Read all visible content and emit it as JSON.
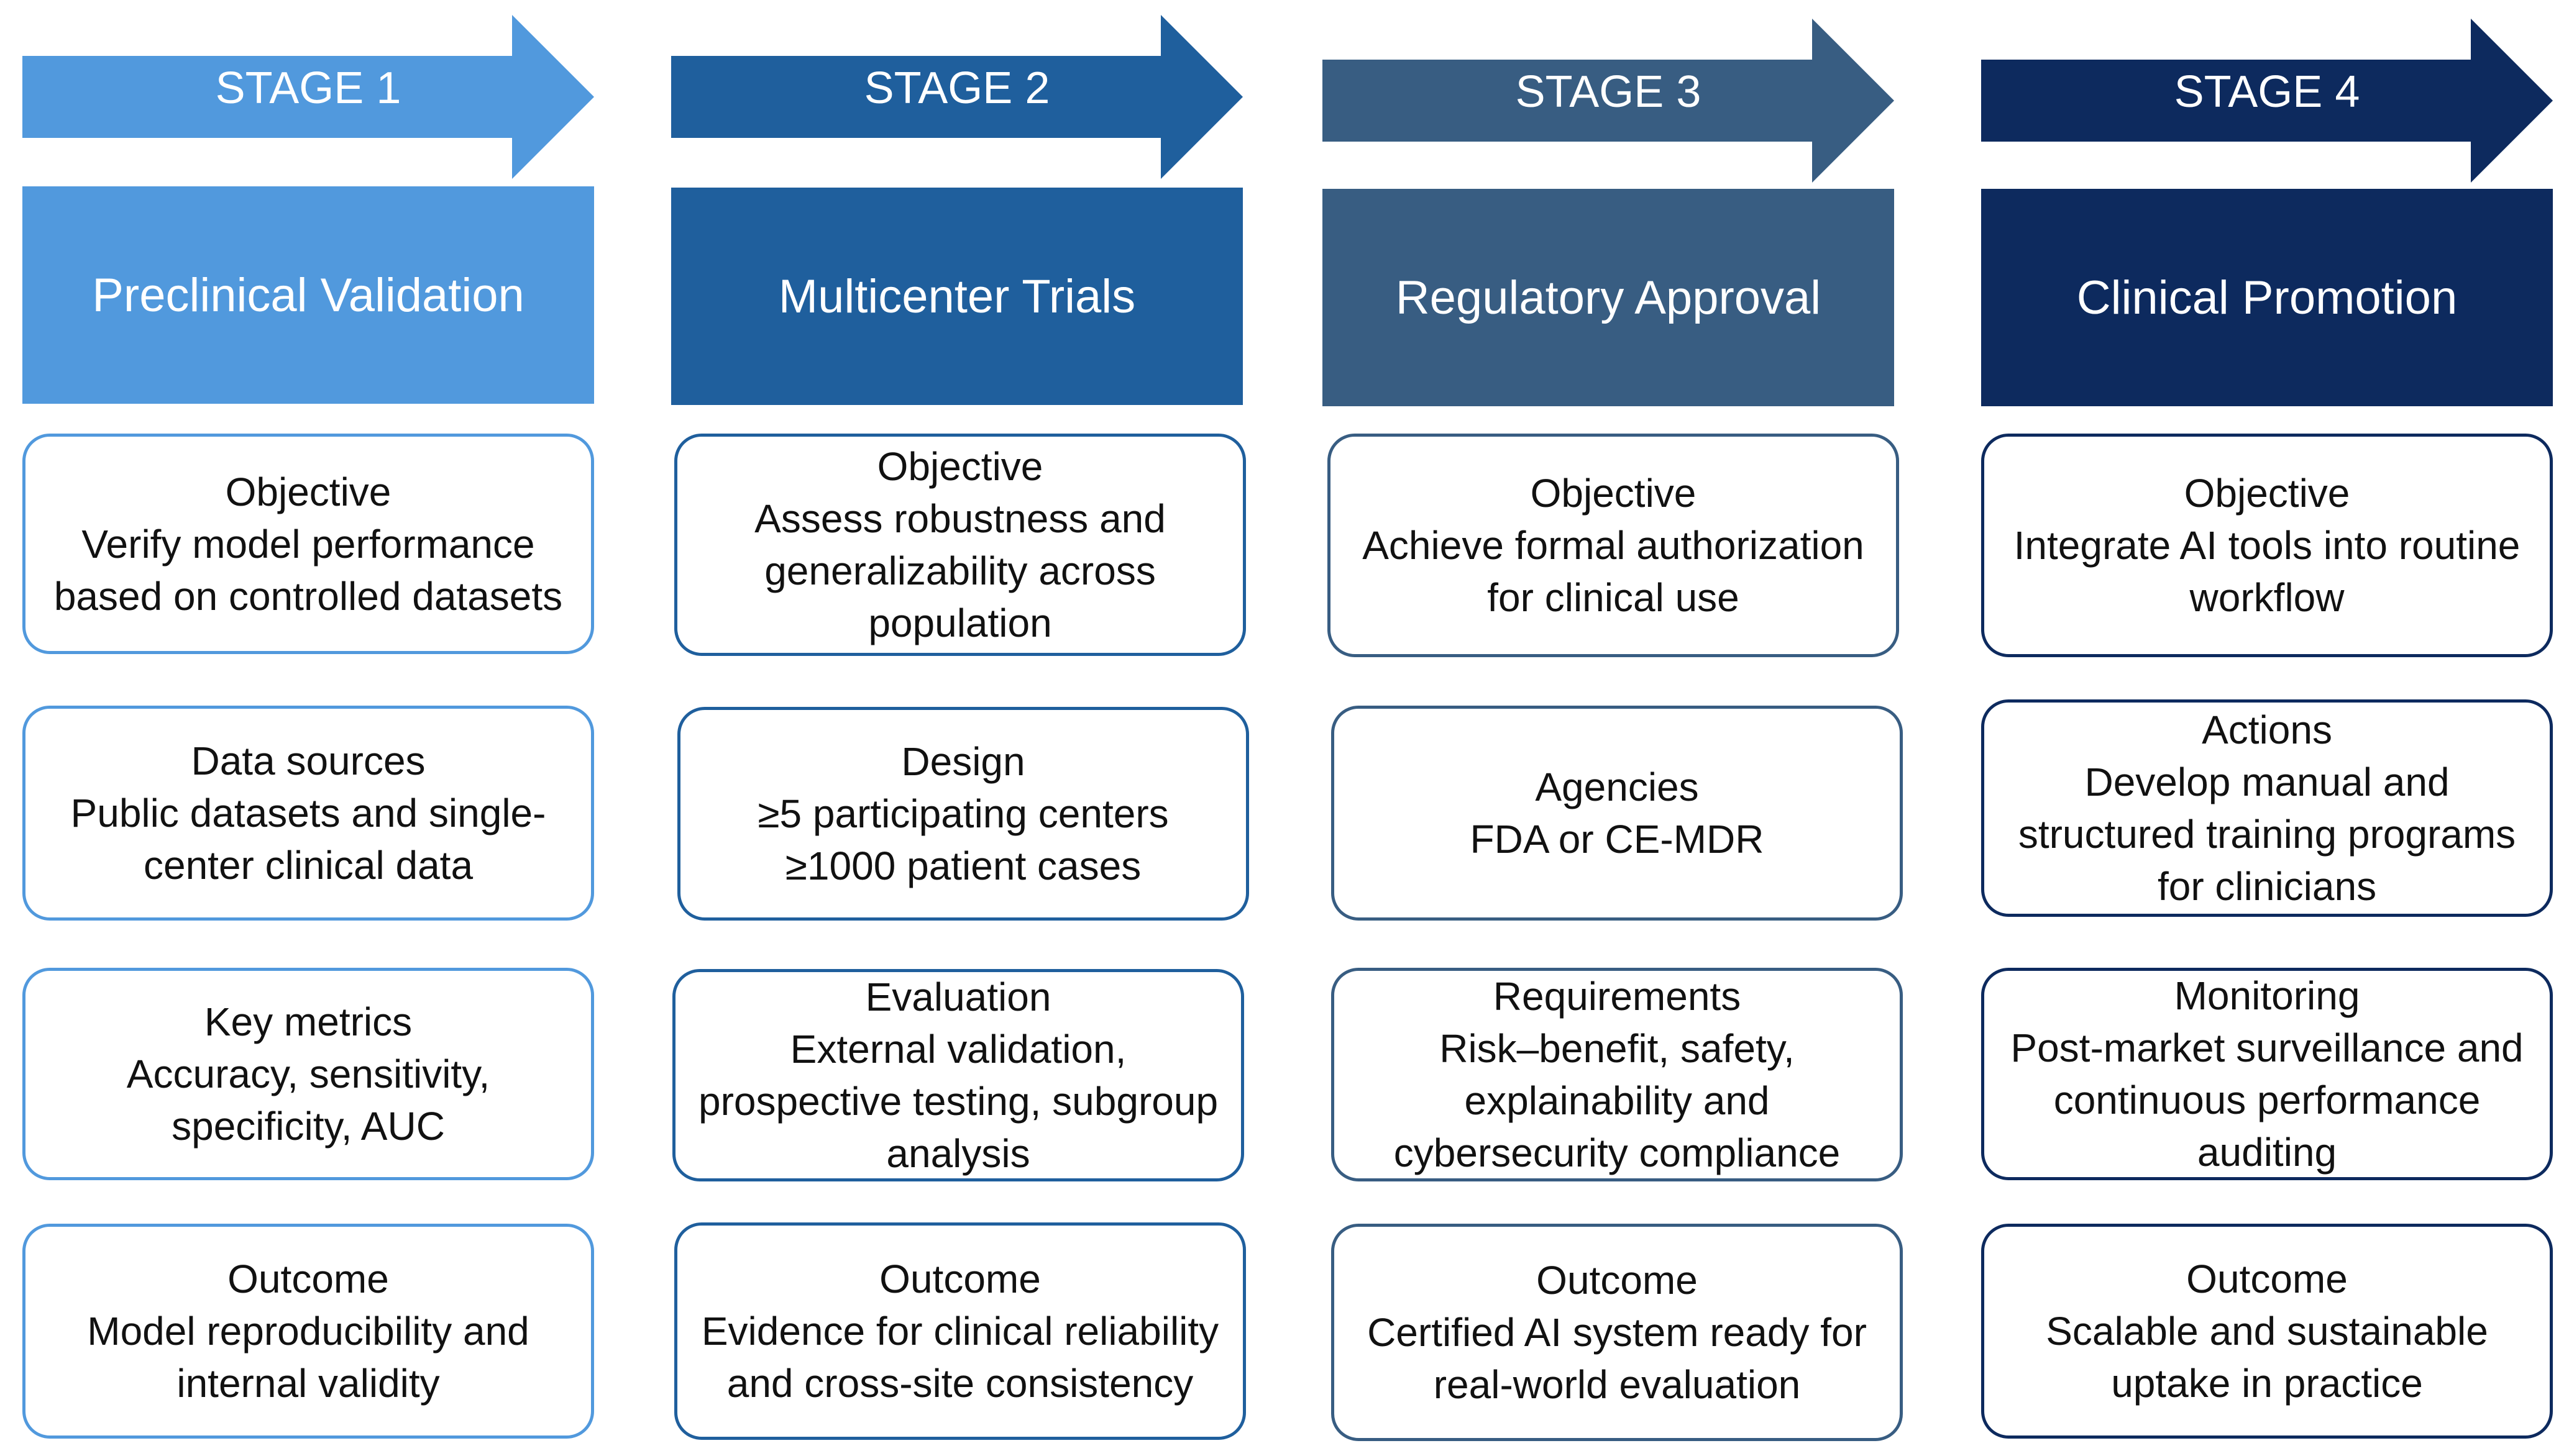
{
  "colors": {
    "stage1": "#5199dd",
    "stage2": "#1f5f9d",
    "stage3": "#385d82",
    "stage4": "#0d2a5e"
  },
  "stages": [
    {
      "arrow_label": "STAGE 1",
      "title": "Preclinical Validation",
      "cards": [
        {
          "heading": "Objective",
          "text": "Verify model performance based on controlled datasets"
        },
        {
          "heading": "Data sources",
          "text": "Public datasets and single-center clinical data"
        },
        {
          "heading": "Key metrics",
          "text": "Accuracy, sensitivity, specificity, AUC"
        },
        {
          "heading": "Outcome",
          "text": "Model reproducibility and internal validity"
        }
      ]
    },
    {
      "arrow_label": "STAGE 2",
      "title": "Multicenter Trials",
      "cards": [
        {
          "heading": "Objective",
          "text": "Assess robustness and generalizability across population"
        },
        {
          "heading": "Design",
          "text": "≥5 participating centers\n≥1000 patient cases"
        },
        {
          "heading": "Evaluation",
          "text": "External validation, prospective testing, subgroup analysis"
        },
        {
          "heading": "Outcome",
          "text": "Evidence for clinical reliability and cross-site consistency"
        }
      ]
    },
    {
      "arrow_label": "STAGE 3",
      "title": "Regulatory Approval",
      "cards": [
        {
          "heading": "Objective",
          "text": "Achieve formal authorization for clinical use"
        },
        {
          "heading": "Agencies",
          "text": "FDA or CE-MDR"
        },
        {
          "heading": "Requirements",
          "text": "Risk–benefit, safety, explainability and cybersecurity compliance"
        },
        {
          "heading": "Outcome",
          "text": "Certified AI system ready for real-world evaluation"
        }
      ]
    },
    {
      "arrow_label": "STAGE 4",
      "title": "Clinical Promotion",
      "cards": [
        {
          "heading": "Objective",
          "text": "Integrate AI tools into routine workflow"
        },
        {
          "heading": "Actions",
          "text": "Develop manual and structured training programs for clinicians"
        },
        {
          "heading": "Monitoring",
          "text": "Post-market surveillance and continuous performance auditing"
        },
        {
          "heading": "Outcome",
          "text": "Scalable and sustainable uptake in practice"
        }
      ]
    }
  ]
}
